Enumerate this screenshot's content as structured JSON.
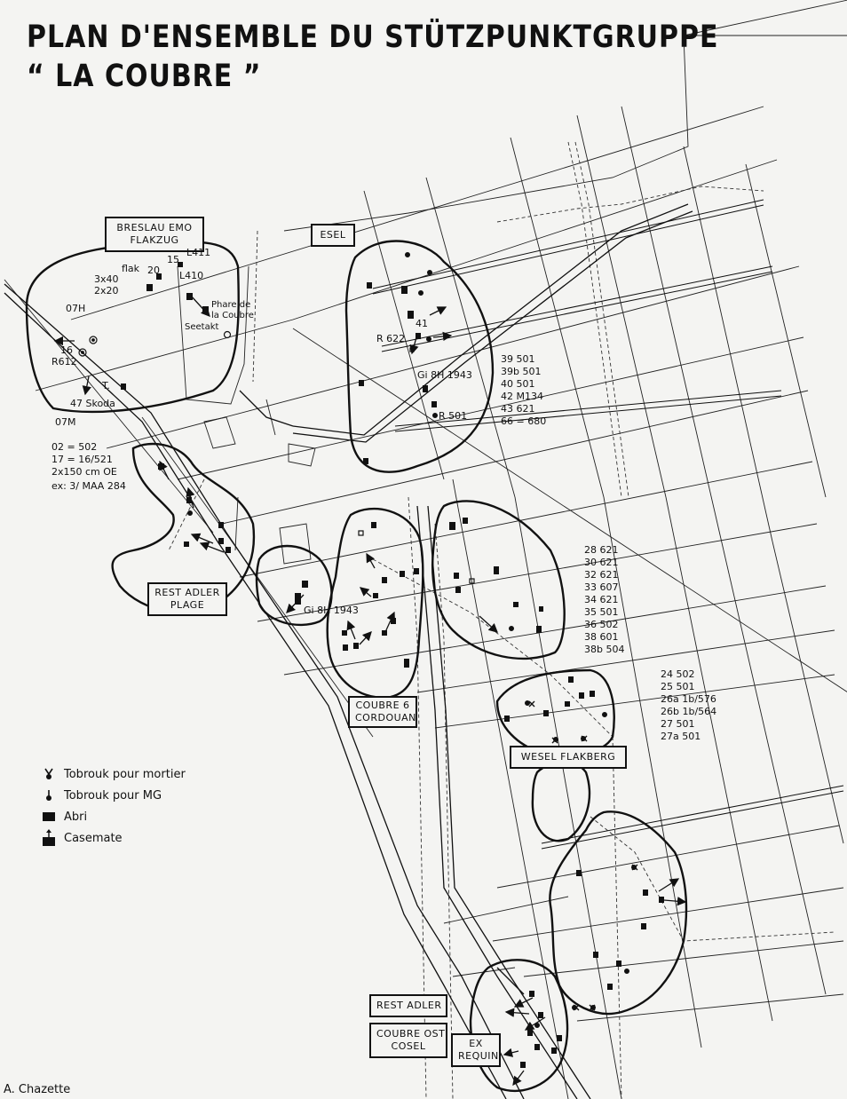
{
  "title": {
    "line1": "PLAN D'ENSEMBLE DU STÜTZPUNKTGRUPPE",
    "line2": "“ LA COUBRE ”"
  },
  "boxes": {
    "breslau_line1": "BRESLAU EMO",
    "breslau_line2": "FLAKZUG",
    "esel": "ESEL",
    "rest_adler_plage_line1": "REST ADLER",
    "rest_adler_plage_line2": "PLAGE",
    "coubre6_line1": "COUBRE 6",
    "coubre6_line2": "CORDOUAN",
    "wesel": "WESEL FLAKBERG",
    "rest_adler": "REST ADLER",
    "coubre_ost_line1": "COUBRE OST",
    "coubre_ost_line2": "COSEL",
    "ex_requin_line1": "EX",
    "ex_requin_line2": "REQUIN"
  },
  "labels": {
    "flak": "flak",
    "n20": "20",
    "n15": "15",
    "l411": "L411",
    "l410": "L410",
    "a3x40": "3x40",
    "a2x20": "2x20",
    "o7h": "07H",
    "phare1": "Phare de",
    "phare2": "la Coubre",
    "seetakt": "Seetakt",
    "n16": "16",
    "r612": "R612",
    "t": "T.",
    "skoda": "47 Skoda",
    "o7m": "07M",
    "r622": "R 622",
    "n41": "41",
    "gi8h_esel": "Gi 8H 1943",
    "r501": "R 501",
    "gi8h_plage": "Gi 8H 1943"
  },
  "lists": {
    "breslau": [
      "02 = 502",
      "17 = 16/521",
      "2x150 cm OE",
      "ex: 3/ MAA 284"
    ],
    "esel": [
      "39 501",
      "39b 501",
      "40 501",
      "42 M134",
      "43 621",
      "66 = 680"
    ],
    "cordouan": [
      "28 621",
      "30 621",
      "32 621",
      "33 607",
      "34 621",
      "35 501",
      "36 502",
      "38 601",
      "38b 504"
    ],
    "wesel": [
      "24 502",
      "25 501",
      "26a 1b/576",
      "26b 1b/564",
      "27 501",
      "27a 501"
    ]
  },
  "legend": [
    {
      "icon": "tobrouk-mortier-icon",
      "label": "Tobrouk pour mortier"
    },
    {
      "icon": "tobrouk-mg-icon",
      "label": "Tobrouk pour MG"
    },
    {
      "icon": "abri-icon",
      "label": "Abri"
    },
    {
      "icon": "casemate-icon",
      "label": "Casemate"
    }
  ],
  "credit": "A. Chazette"
}
